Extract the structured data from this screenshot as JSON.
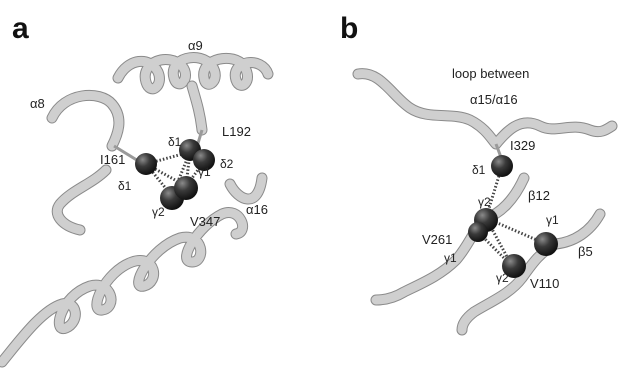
{
  "panels": {
    "a": {
      "letter": "a",
      "helix_labels": {
        "a9": "α9",
        "a8": "α8",
        "a16": "α16"
      },
      "residues": {
        "L192": {
          "name": "L192",
          "atoms": [
            "δ1",
            "δ2"
          ]
        },
        "I161": {
          "name": "I161",
          "atoms": [
            "δ1"
          ]
        },
        "V347": {
          "name": "V347",
          "atoms": [
            "γ1",
            "γ2"
          ]
        }
      }
    },
    "b": {
      "letter": "b",
      "loop_label_line1": "loop between",
      "loop_label_line2": "α15/α16",
      "strand_labels": {
        "b12": "β12",
        "b5": "β5"
      },
      "residues": {
        "I329": {
          "name": "I329",
          "atoms": [
            "δ1"
          ]
        },
        "V261": {
          "name": "V261",
          "atoms": [
            "γ2",
            "γ1"
          ]
        },
        "V110": {
          "name": "V110",
          "atoms": [
            "γ1",
            "γ2"
          ]
        }
      }
    }
  },
  "colors": {
    "tube": "#cfcfcf",
    "tube_edge": "#8a8a8a",
    "atom": "#2a2a2a",
    "hash": "#444444"
  }
}
